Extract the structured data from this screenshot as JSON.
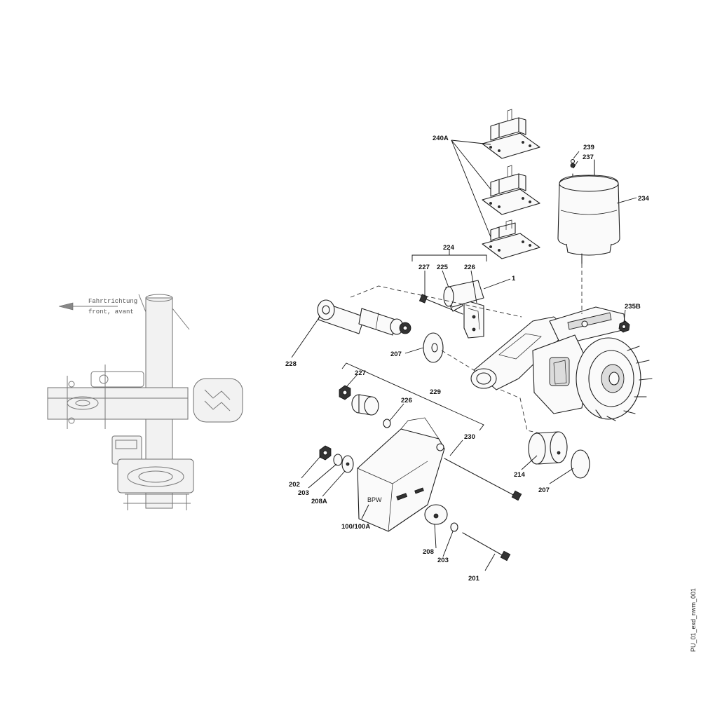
{
  "direction_label": {
    "line1": "Fahrtrichtung",
    "line2": "front, avant"
  },
  "drawing_code": "PU_01_exd_nwm_001",
  "callouts": {
    "p240A": "240A",
    "p239": "239",
    "p237": "237",
    "p234": "234",
    "p224": "224",
    "p227_top": "227",
    "p225": "225",
    "p226_top": "226",
    "p1": "1",
    "p235B": "235B",
    "p228": "228",
    "p207_left": "207",
    "p227_mid": "227",
    "p229": "229",
    "p226_mid": "226",
    "p230": "230",
    "p214": "214",
    "p207_right": "207",
    "p202": "202",
    "p203_left": "203",
    "p208A": "208A",
    "p100": "100/100A",
    "p208": "208",
    "p203_bottom": "203",
    "p201": "201"
  }
}
